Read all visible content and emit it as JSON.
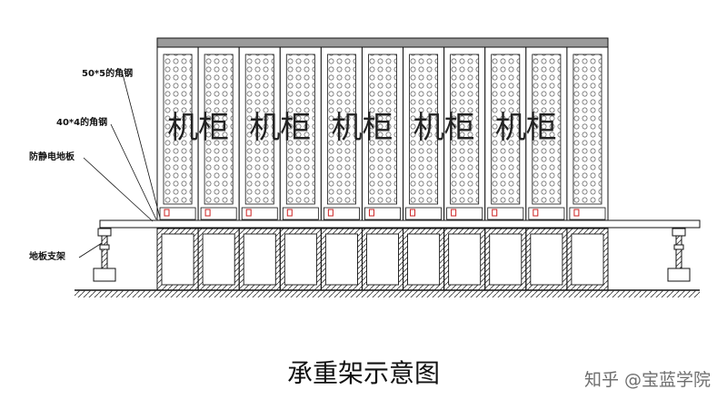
{
  "diagram": {
    "cabinet_label": "机柜",
    "cabinet_count": 11,
    "labeled_cabinets": [
      1,
      3,
      5,
      7,
      9
    ],
    "callouts": {
      "angle_steel_50": "50*5的角钢",
      "angle_steel_40": "40*4的角钢",
      "antistatic_floor": "防静电地板",
      "floor_support": "地板支架"
    },
    "caption": "承重架示意图",
    "watermark": "知乎 @宝蓝学院",
    "colors": {
      "line": "#111111",
      "cabinet_top": "#9a9a9a",
      "foot_mark": "#cc2222",
      "ground_hatch": "#333333"
    }
  }
}
